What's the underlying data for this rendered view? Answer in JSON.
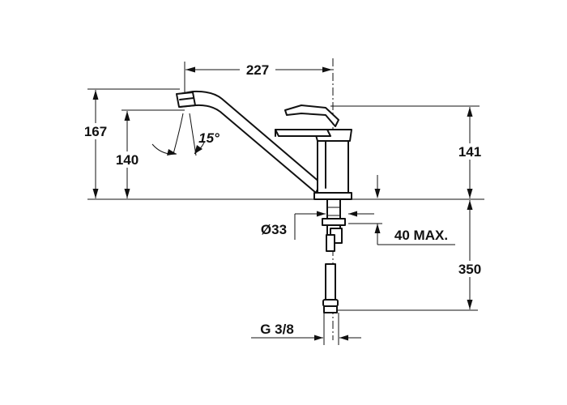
{
  "diagram": {
    "dimensions": {
      "spout_reach": "227",
      "total_height": "167",
      "spout_height": "140",
      "body_height": "141",
      "hole_diameter": "Ø33",
      "max_thickness": "40 MAX.",
      "hose_length": "350",
      "thread": "G 3/8",
      "aerator_angle": "15°"
    }
  }
}
